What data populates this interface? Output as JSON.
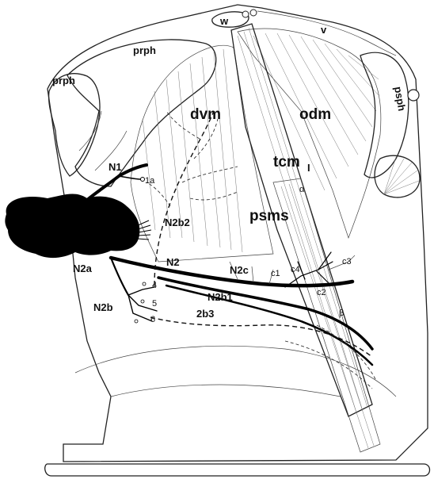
{
  "labels": {
    "w": "w",
    "v": "v",
    "prph_top": "prph",
    "prph_left": "prph",
    "psph": "psph",
    "dvm": "dvm",
    "odm": "odm",
    "tcm": "tcm",
    "tcm_sub": "I",
    "alpha": "α",
    "psms": "psms",
    "n1": "N1",
    "n1a": "1a",
    "n2b2": "N2b2",
    "n2": "N2",
    "n2a": "N2a",
    "n2c": "N2c",
    "c1": "c1",
    "c4": "c4",
    "c3": "c3",
    "c2": "c2",
    "n2b1": "N2b1",
    "n2b": "N2b",
    "n4": "4",
    "n5": "5",
    "n6": "6",
    "n2b3": "2b3",
    "beta": "β"
  }
}
